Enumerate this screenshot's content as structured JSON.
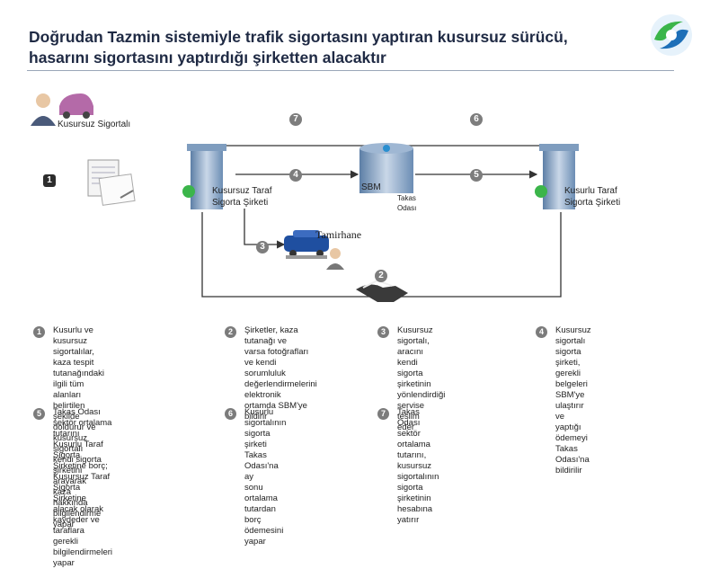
{
  "title_lines": [
    "Doğrudan Tazmin sistemiyle trafik sigortasını yaptıran kusursuz sürücü,",
    "hasarını sigortasını yaptırdığı şirketten alacaktır"
  ],
  "labels": {
    "kusursuz_sigortali": "Kusursuz Sigortalı",
    "kusursuz_taraf_1": "Kusursuz Taraf",
    "kusursuz_taraf_2": "Sigorta Şirketi",
    "sbm": "SBM",
    "takas_1": "Takas",
    "takas_2": "Odası",
    "kusurlu_taraf_1": "Kusurlu Taraf",
    "kusurlu_taraf_2": "Sigorta Şirketi",
    "tamirhane": "Tamirhane"
  },
  "badges": [
    "1",
    "2",
    "3",
    "4",
    "5",
    "6",
    "7"
  ],
  "steps": [
    {
      "num": "1",
      "lines": [
        "Kusurlu ve kusursuz sigortalılar,",
        "kaza tespit tutanağındaki ilgili tüm",
        "alanları belirtilen şekilde doldurur ve",
        "kusursuz sigortalı kendi sigorta",
        "şirketini arayarak kaza hakkında",
        "bilgilendirme yapar"
      ]
    },
    {
      "num": "2",
      "lines": [
        "Şirketler, kaza tutanağı ve",
        "varsa fotoğrafları ve kendi",
        "sorumluluk",
        "değerlendirmelerini elektronik",
        "ortamda SBM'ye bildirir"
      ]
    },
    {
      "num": "3",
      "lines": [
        "Kusursuz sigortalı, aracını",
        "kendi sigorta şirketinin",
        "yönlendirdiği servise teslim",
        "eder"
      ]
    },
    {
      "num": "4",
      "lines": [
        "Kusursuz sigortalı sigorta",
        "şirketi, gerekli belgeleri SBM'ye",
        "ulaştırır ve yaptığı ödemeyi",
        "Takas Odası'na bildirilir"
      ]
    },
    {
      "num": "5",
      "lines": [
        "Takas Odası sektör ortalama tutarını",
        "Kusurlu Taraf Sigorta Şirketine borç;",
        "Kusursuz Taraf Sigorta Şirketine",
        "alacak olarak kaydeder ve taraflara",
        "gerekli bilgilendirmeleri yapar"
      ]
    },
    {
      "num": "6",
      "lines": [
        "Kusurlu sigortalının sigorta",
        "şirketi Takas Odası'na ay",
        "sonu ortalama tutardan",
        "borç ödemesini yapar"
      ]
    },
    {
      "num": "7",
      "lines": [
        "Takas Odası sektör ortalama",
        "tutarını, kusursuz sigortalının",
        "sigorta şirketinin hesabına",
        "yatırır"
      ]
    }
  ],
  "colors": {
    "title": "#1f2a44",
    "badge": "#7d7d7d",
    "accent": "#2a8fd0",
    "logo_green": "#3bb54a"
  }
}
